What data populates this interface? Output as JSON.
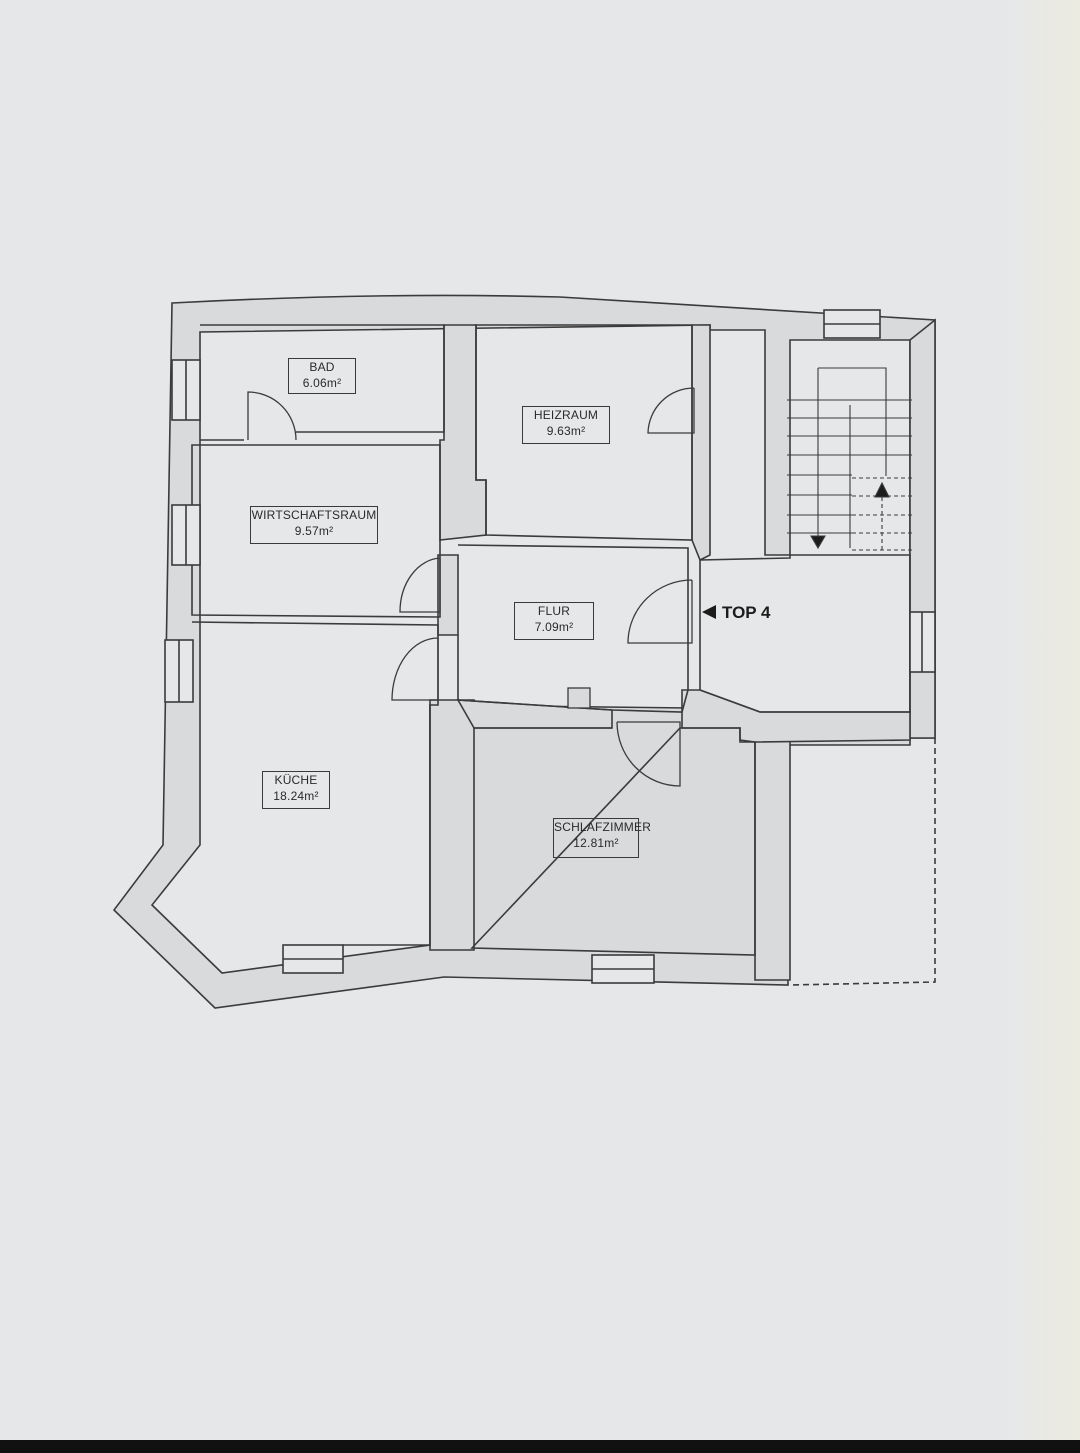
{
  "colors": {
    "paper": "#e6e7e9",
    "paper_edge": "#ecebe0",
    "wall_fill": "#d9dadc",
    "line": "#3b3b3b",
    "bottom_bar": "#111111"
  },
  "rooms": [
    {
      "key": "bad",
      "name": "BAD",
      "area": "6.06m²"
    },
    {
      "key": "heizraum",
      "name": "HEIZRAUM",
      "area": "9.63m²"
    },
    {
      "key": "wirtschaftsraum",
      "name": "WIRTSCHAFTSRAUM",
      "area": "9.57m²"
    },
    {
      "key": "flur",
      "name": "FLUR",
      "area": "7.09m²"
    },
    {
      "key": "kueche",
      "name": "KÜCHE",
      "area": "18.24m²"
    },
    {
      "key": "schlafzimmer",
      "name": "SCHLAFZIMMER",
      "area": "12.81m²"
    }
  ],
  "entry_label": "TOP 4",
  "icons": {
    "entry_arrow": "left-pointing-triangle"
  }
}
